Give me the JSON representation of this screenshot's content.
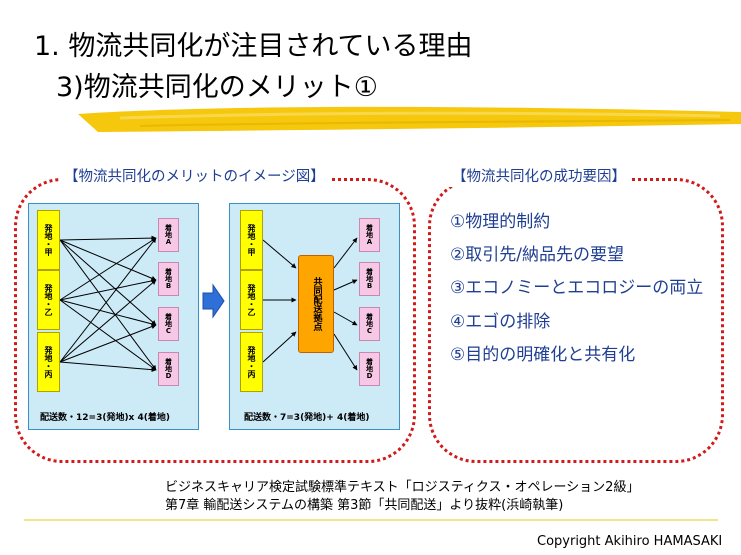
{
  "title": {
    "line1": "1. 物流共同化が注目されている理由",
    "line2": "3)物流共同化のメリット①"
  },
  "left_panel": {
    "heading": "【物流共同化のメリットのイメージ図】",
    "before": {
      "origins": [
        "発地・甲",
        "発地・乙",
        "発地・丙"
      ],
      "destinations": [
        "着地A",
        "着地B",
        "着地C",
        "着地D"
      ],
      "caption": "配送数・12=3(発地)x 4(着地)"
    },
    "after": {
      "origins": [
        "発地・甲",
        "発地・乙",
        "発地・丙"
      ],
      "hub": "共同配送拠点",
      "destinations": [
        "着地A",
        "着地B",
        "着地C",
        "着地D"
      ],
      "caption": "配送数・7=3(発地)+ 4(着地)"
    }
  },
  "right_panel": {
    "heading": "【物流共同化の成功要因】",
    "factors": [
      "①物理的制約",
      "②取引先/納品先の要望",
      "③エコノミーとエコロジーの両立",
      "④エゴの排除",
      "⑤目的の明確化と共有化"
    ]
  },
  "footer": {
    "source_line1": "ビジネスキャリア検定試験標準テキスト「ロジスティクス・オペレーション2級」",
    "source_line2": "第7章 輸配送システムの構築 第3節「共同配送」より抜粋(浜崎執筆)",
    "copyright": "Copyright Akihiro HAMASAKI"
  },
  "colors": {
    "accent_blue": "#1f3f93",
    "dotted_border": "#d11a1a",
    "origin_box": "#ffff00",
    "destination_box": "#f7c8e6",
    "hub_box": "#ffa500",
    "diagram_bg": "#cdeaf7",
    "brush_stroke": "#f4c400"
  }
}
